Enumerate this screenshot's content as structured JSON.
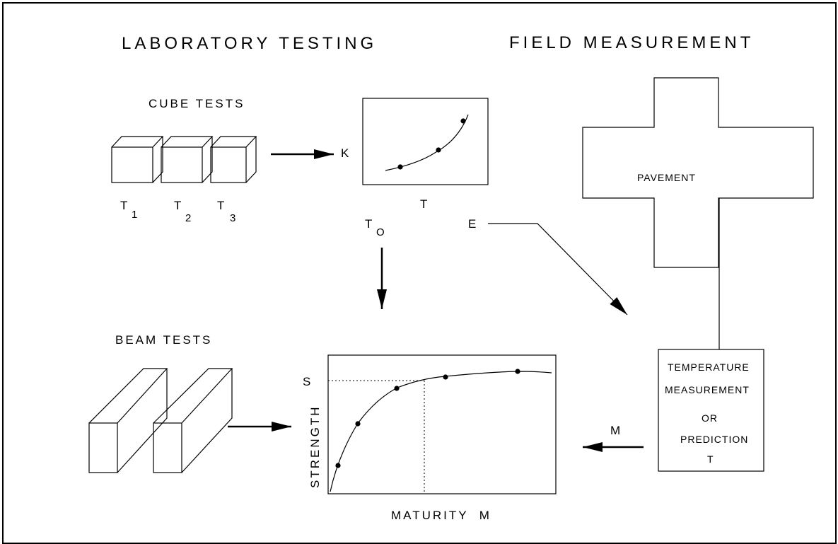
{
  "headings": {
    "laboratory": "LABORATORY TESTING",
    "field": "FIELD MEASUREMENT"
  },
  "cube_tests": {
    "label": "CUBE TESTS",
    "specimens": [
      {
        "symbol": "T",
        "subscript": "1"
      },
      {
        "symbol": "T",
        "subscript": "2"
      },
      {
        "symbol": "T",
        "subscript": "3"
      }
    ]
  },
  "rate_plot": {
    "y_label": "K",
    "x_label": "T",
    "point_count": 3
  },
  "parameters": {
    "t0_symbol": "T",
    "t0_subscript": "O",
    "e_label": "E"
  },
  "pavement": {
    "label": "PAVEMENT"
  },
  "temperature_box": {
    "lines": [
      "TEMPERATURE",
      "MEASUREMENT",
      "OR",
      "PREDICTION",
      "T"
    ]
  },
  "beam_tests": {
    "label": "BEAM TESTS"
  },
  "strength_plot": {
    "y_label": "STRENGTH",
    "x_label": "MATURITY  M",
    "s_label": "S",
    "point_count": 5
  },
  "m_arrow_label": "M"
}
